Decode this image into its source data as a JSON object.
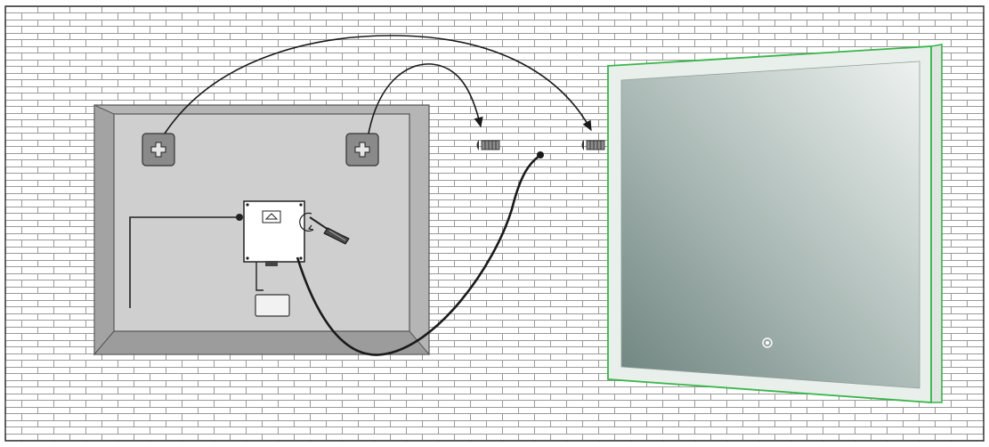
{
  "diagram": {
    "steps": [
      "mount-screws-to-wall",
      "connect-power-cable-to-junction-box",
      "hang-mirror-on-screws"
    ]
  },
  "colors": {
    "wall": "#ffffff",
    "brick_line": "#9a9a9a",
    "mirror_back": "#c9c9c9",
    "mirror_back_edge": "#8f8f8f",
    "bracket": "#8a8a8a",
    "junction_box": "#ffffff",
    "cable": "#1a1a1a",
    "mirror_frame": "#e8eeea",
    "mirror_glow": "#39b54a",
    "mirror_glass_dark": "#6f8480",
    "mirror_glass_light": "#eef2f0"
  },
  "icons": {
    "bracket": "plus-icon",
    "box_label": "arrow-up-icon",
    "touch_switch": "touch-sensor-icon",
    "screwdriver": "screwdriver-icon",
    "screw": "screw-icon"
  }
}
